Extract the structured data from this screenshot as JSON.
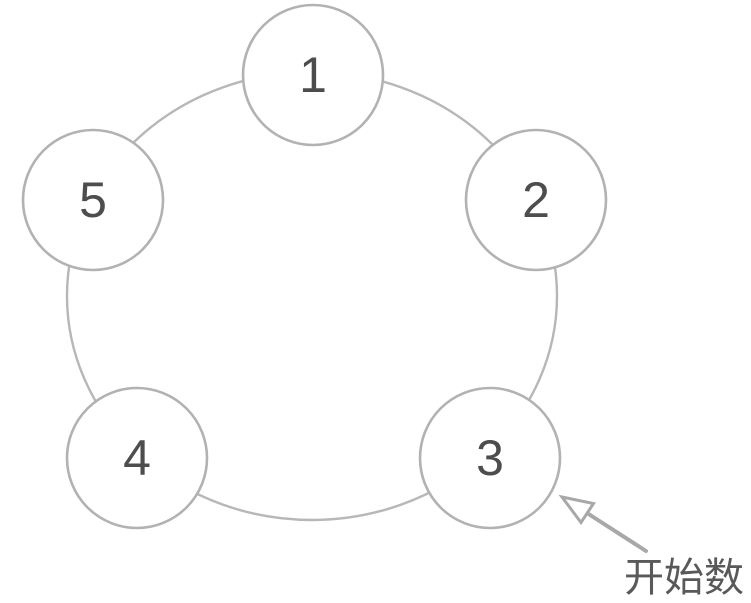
{
  "diagram": {
    "kind": "circular-counting-diagram",
    "nodes": [
      "1",
      "2",
      "3",
      "4",
      "5"
    ],
    "annotation": {
      "label": "开始数",
      "target_node": "3"
    },
    "colors": {
      "background": "#ffffff",
      "ring_stroke": "#b7b7b7",
      "node_stroke": "#b2b2b2",
      "node_fill": "#ffffff",
      "number_color": "#4d4d4d",
      "arrow_color": "#a8a8a8",
      "label_color": "#595959"
    }
  }
}
